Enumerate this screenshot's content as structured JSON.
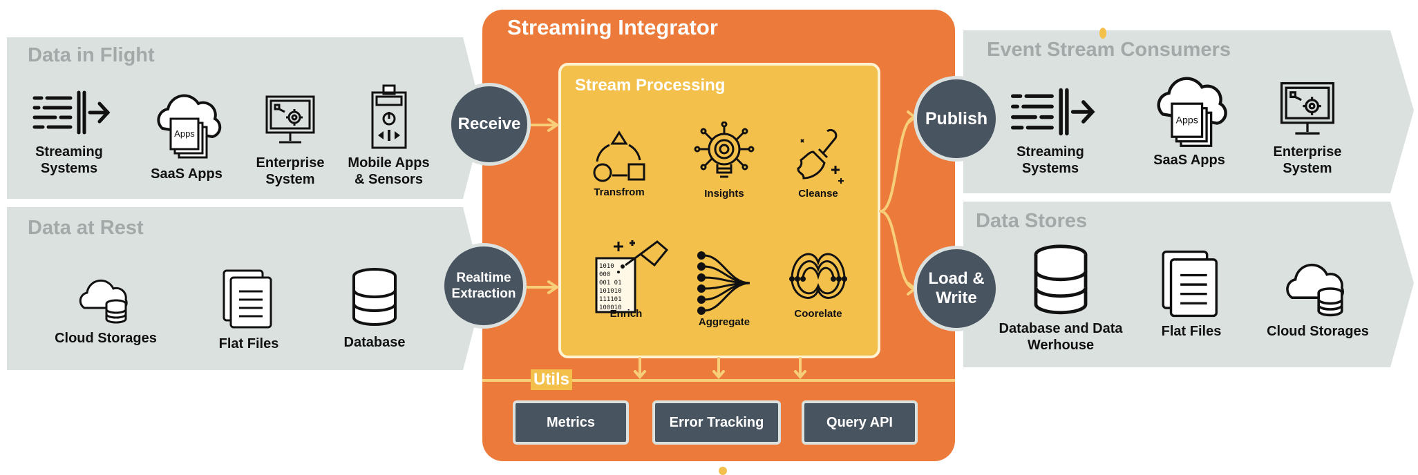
{
  "data_in_flight": {
    "title": "Data in Flight",
    "items": [
      {
        "label": "Streaming\nSystems",
        "icon": "streaming-icon"
      },
      {
        "label": "SaaS Apps",
        "icon": "cloud-apps-icon",
        "badge": "Apps"
      },
      {
        "label": "Enterprise\nSystem",
        "icon": "enterprise-monitor-icon"
      },
      {
        "label": "Mobile Apps\n& Sensors",
        "icon": "mobile-sensor-icon"
      }
    ]
  },
  "data_at_rest": {
    "title": "Data at Rest",
    "items": [
      {
        "label": "Cloud Storages",
        "icon": "cloud-storage-icon"
      },
      {
        "label": "Flat Files",
        "icon": "flat-files-icon"
      },
      {
        "label": "Database",
        "icon": "database-icon"
      }
    ]
  },
  "streaming_integrator": {
    "title": "Streaming Integrator",
    "receive": "Receive",
    "realtime_extraction": "Realtime\nExtraction",
    "publish": "Publish",
    "load_write": "Load &\nWrite",
    "stream_processing": {
      "title": "Stream Processing",
      "operations": [
        {
          "label": "Transfrom",
          "icon": "transform-icon"
        },
        {
          "label": "Insights",
          "icon": "insights-bulb-icon"
        },
        {
          "label": "Cleanse",
          "icon": "brush-icon"
        },
        {
          "label": "Enrich",
          "icon": "enrich-icon"
        },
        {
          "label": "Aggregate",
          "icon": "aggregate-icon"
        },
        {
          "label": "Coorelate",
          "icon": "correlate-icon"
        }
      ]
    },
    "utils": {
      "label": "Utils",
      "buttons": [
        "Metrics",
        "Error Tracking",
        "Query API"
      ]
    }
  },
  "event_stream_consumers": {
    "title": "Event Stream Consumers",
    "items": [
      {
        "label": "Streaming\nSystems",
        "icon": "streaming-icon"
      },
      {
        "label": "SaaS Apps",
        "icon": "cloud-apps-icon",
        "badge": "Apps"
      },
      {
        "label": "Enterprise\nSystem",
        "icon": "enterprise-monitor-icon"
      }
    ]
  },
  "data_stores": {
    "title": "Data Stores",
    "items": [
      {
        "label": "Database and Data\nWerhouse",
        "icon": "database-icon"
      },
      {
        "label": "Flat Files",
        "icon": "flat-files-icon"
      },
      {
        "label": "Cloud Storages",
        "icon": "cloud-storage-icon"
      }
    ]
  },
  "colors": {
    "panel": "#dbe1df",
    "panel_title": "#a3a8a8",
    "orange": "#ec7b3b",
    "yellow": "#f4c04c",
    "circle": "#495461"
  }
}
